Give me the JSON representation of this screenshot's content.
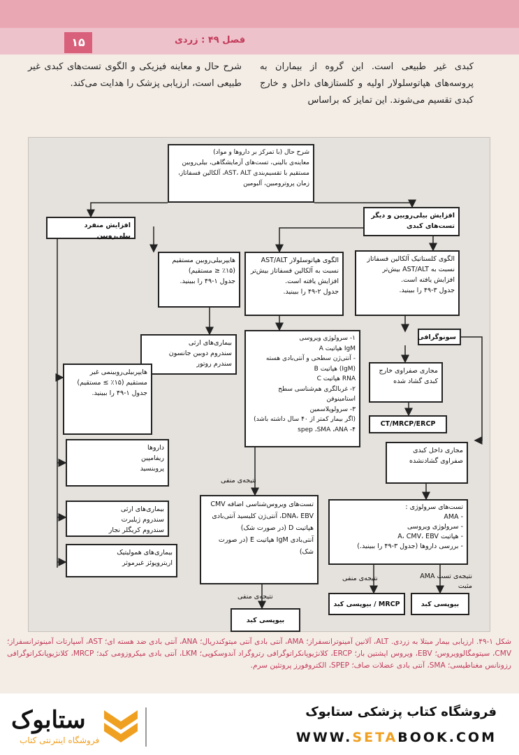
{
  "header": {
    "page_number": "۱۵",
    "chapter": "فصل ۴۹ : زردی"
  },
  "text": {
    "right_col": "کبدی غیر طبیعی است. این گروه از بیماران به پروسه‌های هپاتوسلولار اولیه و کلستازهای داخل و خارج کبدی تقسیم می‌شوند. این تمایز که براساس",
    "left_col": "شرح حال و معاینه فیزیکی و الگوی تست‌های کبدی غیر طبیعی است، ارزیابی پزشک را هدایت می‌کند."
  },
  "flow": {
    "top": "شرح حال (با تمرکز بر داروها و مواد)\nمعاینه‌ی بالینی، تست‌های آزمایشگاهی، بیلی‌روبین مستقیم با تقسیم‌بندی AST، ALT، آلکالین فسفاتاز، زمان پروترومبین، آلبومین",
    "isolated_bili": "افزایش منفرد بیلی‌روبین",
    "bili_plus_liver": "افزایش بیلی‌روبین و دیگر تست‌های کبدی",
    "direct_hyperbili": "هایپربیلی‌روبین مستقیم (۱۵٪ ≤ مستقیم)\nجدول ۱-۴۹ را ببینید.",
    "hereditary_1": "بیماری‌های ارثی\nسندروم دوبین جانسون\nسندرم روتور",
    "indirect_hyperbili": "هایپربیلی‌روبینمی غیر مستقیم (۱۵٪ ≥ مستقیم)\nجدول ۱-۴۹ را ببینید.",
    "drugs": "داروها\nریفامپین\nپروبنسید",
    "hereditary_2": "بیماری‌های ارثی\nسندروم ژیلبرت\nسندروم کریگلر نجار",
    "hemolytic": "بیماری‌های همولیتیک\nاریتروپوئز غیرموثر",
    "hepatocellular": "الگوی هپاتوسلولار AST/ALT نسبت به آلکالین فسفاتاز بیش‌تر افزایش یافته است.\nجدول ۲-۴۹ را ببینید.",
    "cholestatic": "الگوی کلستاتیک آلکالین فسفاتاز نسبت به AST/ALT بیش‌تر افزایش یافته است.\nجدول ۳-۴۹ را ببینید.",
    "virology": "۱- سرولوژی ویروسی\nIgM هپاتیت A\n- آنتی‌ژن سطحی و آنتی‌بادی هسته (IgM) هپاتیت B\nRNA هپاتیت C\n۲- غربالگری هم‌شناسی سطح استامینوفن\n۳- سرولوپلاسمین\n(اگر بیمار کمتر از ۴۰ سال داشته باشد)\n۴- spep ،SMA ،ANA",
    "ultrasound": "سونوگرافی",
    "extrahepatic": "مجاری صفراوی خارج کبدی گشاد شده",
    "ct": "CT/MRCP/ERCP",
    "intrahepatic": "مجاری داخل کبدی صفراوی گشادنشده",
    "neg_label_1": "نتیجه‌ی منفی",
    "additional_virology": "تست‌های ویروس‌شناسی اضافه CMV DNA، EBV، آنتی‌ژن کلیسید آنتی‌بادی هپاتیت D (در صورت شک)\nآنتی‌بادی IgM هپاتیت E (در صورت شک)",
    "neg_label_2": "نتیجه‌ی منفی",
    "biopsy_1": "بیوپسی کبد",
    "serology": "تست‌های سرولوژی :\n- AMA\n- سرولوژی ویروسی\n- هپاتیت A، CMV، EBV\n- بررسی داروها (جدول ۳-۴۹ را ببینید.)",
    "ama_positive": "نتیجه‌ی تست AMA مثبت",
    "neg_label_3": "نتیجه‌ی منفی",
    "mrcp_biopsy": "MRCP / بیوپسی کبد",
    "biopsy_2": "بیوپسی کبد"
  },
  "caption": "شکل ۱-۴۹. ارزیابی بیمار مبتلا به زردی. ALT، آلانین آمینوترانسفراز؛ AMA، آنتی بادی آنتی میتوکندریال؛ ANA، آنتی بادی ضد هسته ای؛ AST، آسپارتات آمینوترانسفراز؛ CMV، سیتومگالوویروس؛ EBV، ویروس اپشتین بار؛ ERCP، کلانژیوپانکراتوگرافی رتروگراد آندوسکوپی؛ LKM، آنتی بادی میکروزومی کبد؛ MRCP، کلانژیوپانکراتوگرافی رزونانس مغناطیسی؛ SMA، آنتی بادی عضلات صاف؛ SPEP، الکتروفورز پروتئین سرم.",
  "footer": {
    "shop_title": "فروشگاه کتاب پزشکی ستابوک",
    "url_pre": "WWW.",
    "url_hl": "SETA",
    "url_post": "BOOK.COM",
    "logo_text": "ستابوک",
    "logo_sub": "فروشگاه اینترنتی کتاب"
  },
  "colors": {
    "header": "#e9a6b3",
    "accent": "#c23a5a",
    "brand": "#f0a020"
  }
}
